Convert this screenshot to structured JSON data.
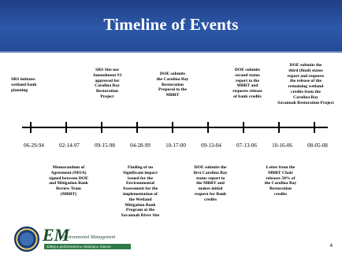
{
  "title": "Timeline of Events",
  "dates": [
    "06-29-94",
    "02-14-97",
    "09-15-98",
    "04-28-99",
    "10-17-00",
    "09-13-04",
    "07-13-06",
    "10-16-06",
    "08-05-08"
  ],
  "events_above": [
    "SRS initiates\nwetland bank\nplanning",
    "SRS Site use\nAmendment #3\napproved for\nCarolina Bay\nRestoration\nProject",
    "DOE submits\nthe Carolina Bay\nRestoration\nProposal to the\nMBRT",
    "DOE submits\nsecond status\nreport to the\nMBRT and\nrequests release\nof bank credits",
    "DOE submits the\nthird (final) status\nreport and requests\nthe release of the\nremaining wetland\ncredits from the\nCarolina Bay\nSavannah Restoration Project"
  ],
  "events_below": [
    "Memorandum of\nAgreement (MOA)\nsigned between DOE\nand Mitigation Bank\nReview Team\n(MBRT)",
    "Finding of no\nSignificant impact\nissued for the\nEnvironmental\nAssessment for the\nimplementation of\nthe Wetland\nMitigation Bank\nProgram at the\nSavannah River Site",
    "DOE submits the\nfirst Carolina Bay\nstatus report to\nthe MBRT and\nmakes initial\nrequest for Bank\ncredits",
    "Letter from the\nMBRT Chair\nreleases 50% of\nthe Carolina Bay\nRestoration\ncredits"
  ],
  "logo": {
    "mark": "EM",
    "subtitle": "Environmental Management",
    "tagline": "safety ▸ performance ▸ cleanup ▸ closure",
    "seal_icon": "doe-seal-icon"
  },
  "page_number": "4",
  "colors": {
    "title_band": "#2c58a8",
    "title_text": "#ffffff",
    "em_green": "#2f7a46"
  }
}
